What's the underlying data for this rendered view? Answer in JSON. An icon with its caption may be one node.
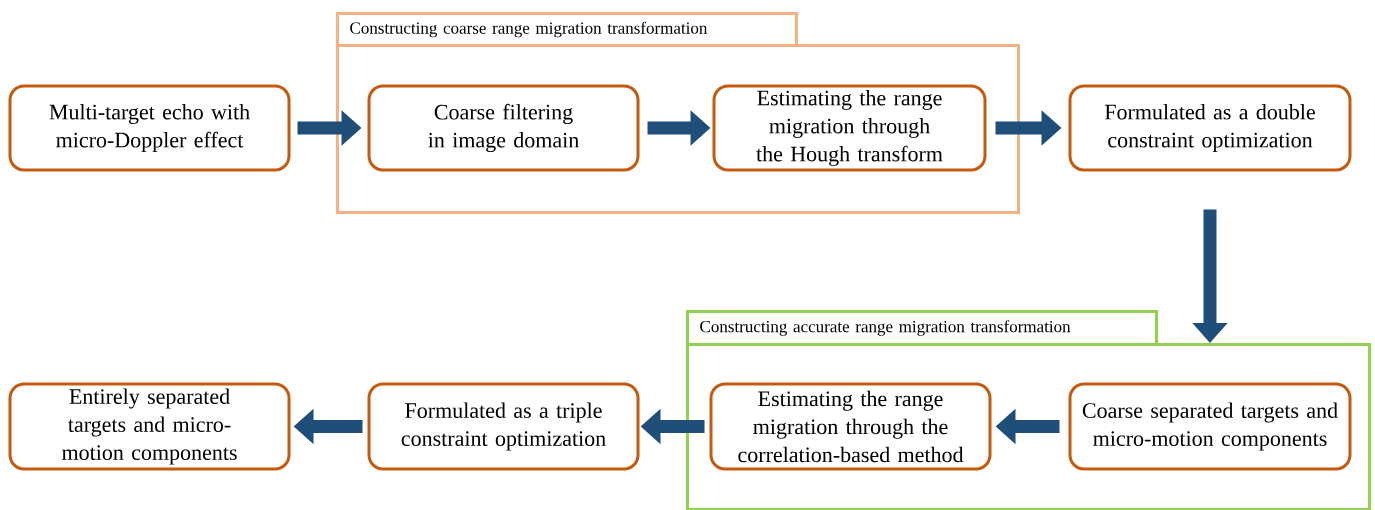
{
  "diagram": {
    "nodes": [
      {
        "text": [
          "Multi-target echo with micro-Doppler effect"
        ]
      },
      {
        "text": [
          "Constructing coarse range migration transformation"
        ]
      },
      {
        "text": [
          "Coarse filtering in image domain"
        ],
        "in": 1
      },
      {
        "text": [
          "Estimating the range migration through the Hough transform"
        ],
        "in": 1
      },
      {
        "text": [
          "Formulated as a double constraint optimization"
        ]
      },
      {
        "text": [
          "Constructing accurate range migration transformation"
        ]
      },
      {
        "text": [
          "Estimating the range migration through the correlation-based method"
        ],
        "in": 5
      },
      {
        "text": [
          "Coarse separated targets and micro-motion components"
        ],
        "in": 5
      },
      {
        "text": [
          "Formulated as a triple constraint optimization"
        ]
      },
      {
        "text": [
          "Entirely separated targets and micro-motion components"
        ]
      }
    ],
    "edges": [
      {
        "from": 0,
        "to": 2,
        "arrow": "to"
      },
      {
        "from": 2,
        "to": 3,
        "arrow": "to"
      },
      {
        "from": 3,
        "to": 4,
        "arrow": "to"
      },
      {
        "from": 4,
        "to": 5,
        "arrow": "to"
      },
      {
        "from": 7,
        "to": 6,
        "arrow": "to"
      },
      {
        "from": 6,
        "to": 8,
        "arrow": "to"
      },
      {
        "from": 8,
        "to": 9,
        "arrow": "to"
      }
    ]
  }
}
